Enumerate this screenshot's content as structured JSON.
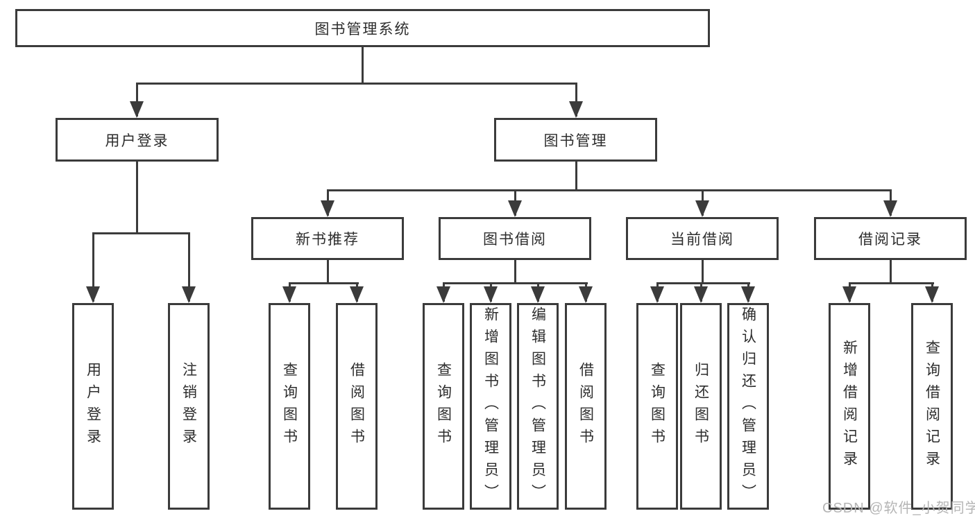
{
  "title": "图书管理系统",
  "watermark": "CSDN @软件_小贺同学",
  "colors": {
    "line": "#3b3b3b",
    "text": "#2d2d2d",
    "background": "#ffffff",
    "watermark": "#b5b5b5"
  },
  "nodes": {
    "root": {
      "label": "图书管理系统"
    },
    "level2": [
      {
        "label": "用户登录"
      },
      {
        "label": "图书管理"
      }
    ],
    "level3": [
      {
        "label": "新书推荐"
      },
      {
        "label": "图书借阅"
      },
      {
        "label": "当前借阅"
      },
      {
        "label": "借阅记录"
      }
    ],
    "leaves": {
      "user_login": [
        {
          "label": "用户登录"
        },
        {
          "label": "注销登录"
        }
      ],
      "new_book": [
        {
          "label": "查询图书"
        },
        {
          "label": "借阅图书"
        }
      ],
      "book_borrow": [
        {
          "label": "查询图书"
        },
        {
          "label": "新增图书（管理员）"
        },
        {
          "label": "编辑图书（管理员）"
        },
        {
          "label": "借阅图书"
        }
      ],
      "current_borrow": [
        {
          "label": "查询图书"
        },
        {
          "label": "归还图书"
        },
        {
          "label": "确认归还（管理员）"
        }
      ],
      "borrow_record": [
        {
          "label": "新增借阅记录"
        },
        {
          "label": "查询借阅记录"
        }
      ]
    }
  },
  "hierarchy": {
    "图书管理系统": {
      "用户登录": [
        "用户登录",
        "注销登录"
      ],
      "图书管理": {
        "新书推荐": [
          "查询图书",
          "借阅图书"
        ],
        "图书借阅": [
          "查询图书",
          "新增图书（管理员）",
          "编辑图书（管理员）",
          "借阅图书"
        ],
        "当前借阅": [
          "查询图书",
          "归还图书",
          "确认归还（管理员）"
        ],
        "借阅记录": [
          "新增借阅记录",
          "查询借阅记录"
        ]
      }
    }
  }
}
